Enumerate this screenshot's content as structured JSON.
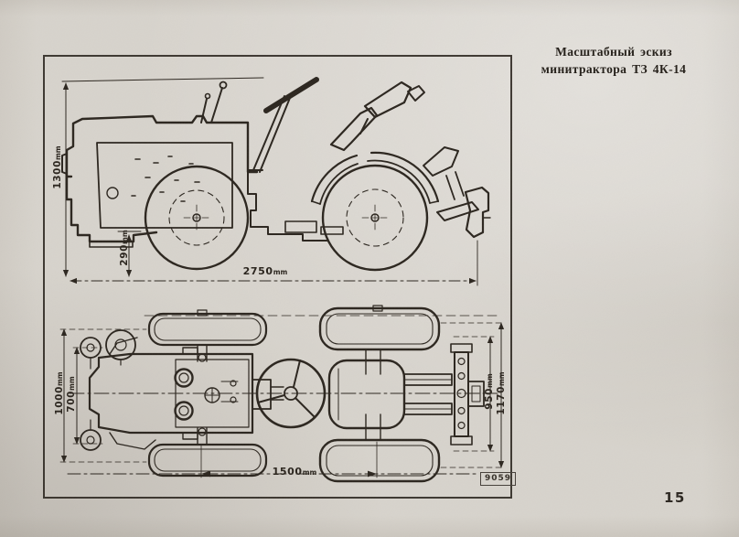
{
  "colors": {
    "paper": "#d7d3cc",
    "ink": "#2c261f"
  },
  "caption": {
    "line1": "Масштабный эскиз",
    "line2": "минитрактора ТЗ 4К-14"
  },
  "page_number": "15",
  "stamp": "9059",
  "side_view": {
    "dimensions": {
      "overall_height": {
        "value": "1300",
        "unit": "mm"
      },
      "ground_clearance": {
        "value": "290",
        "unit": "mm"
      },
      "overall_length": {
        "value": "2750",
        "unit": "mm"
      }
    }
  },
  "top_view": {
    "dimensions": {
      "overall_width": {
        "value": "1000",
        "unit": "mm"
      },
      "front_track": {
        "value": "700",
        "unit": "mm"
      },
      "rear_track": {
        "value": "950",
        "unit": "mm"
      },
      "rear_overall_width": {
        "value": "1170",
        "unit": "mm"
      },
      "wheelbase": {
        "value": "1500",
        "unit": "mm"
      }
    }
  }
}
